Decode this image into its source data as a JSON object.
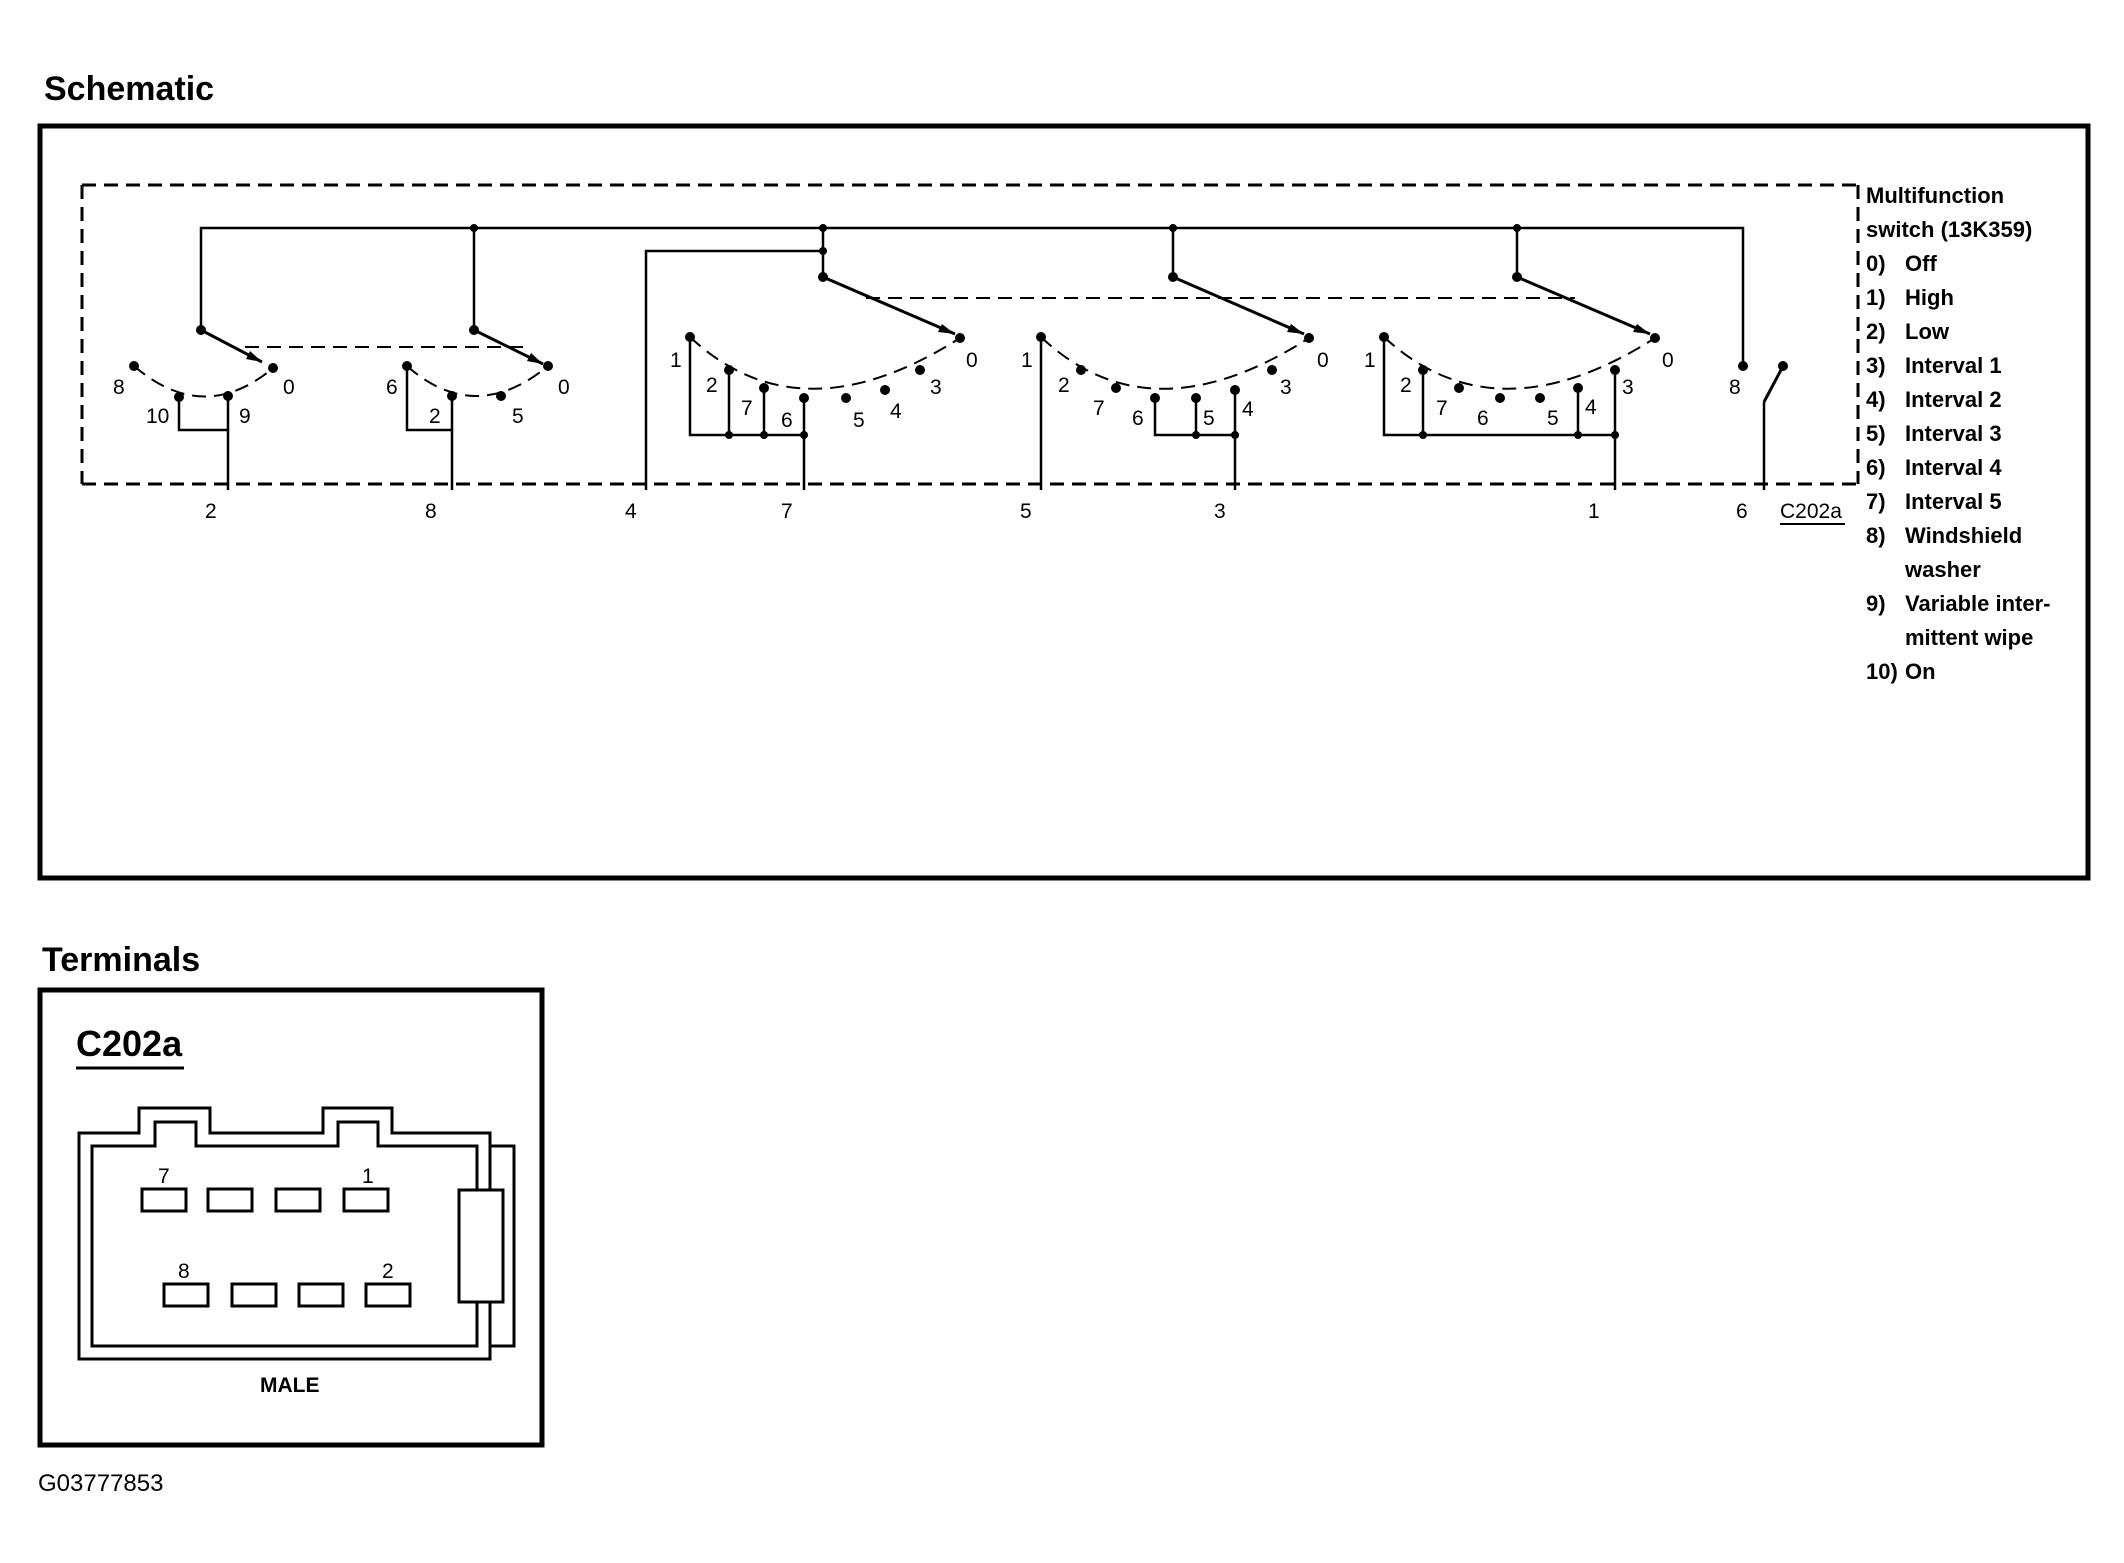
{
  "schematic": {
    "title": "Schematic",
    "connector_ref": "C202a",
    "pin_labels": [
      "2",
      "8",
      "4",
      "7",
      "5",
      "3",
      "1",
      "6"
    ],
    "legend": {
      "title_line1": "Multifunction",
      "title_line2": "switch (13K359)",
      "items": [
        {
          "num": "0)",
          "text": "Off"
        },
        {
          "num": "1)",
          "text": "High"
        },
        {
          "num": "2)",
          "text": "Low"
        },
        {
          "num": "3)",
          "text": "Interval 1"
        },
        {
          "num": "4)",
          "text": "Interval 2"
        },
        {
          "num": "5)",
          "text": "Interval 3"
        },
        {
          "num": "6)",
          "text": "Interval 4"
        },
        {
          "num": "7)",
          "text": "Interval 5"
        },
        {
          "num": "8)",
          "text": "Windshield",
          "text2": "washer"
        },
        {
          "num": "9)",
          "text": "Variable inter-",
          "text2": "mittent wipe"
        },
        {
          "num": "10)",
          "text": "On"
        }
      ]
    },
    "switch_a": {
      "p8": "8",
      "p10": "10",
      "p9": "9",
      "p0": "0"
    },
    "switch_b": {
      "p6": "6",
      "p2": "2",
      "p5": "5",
      "p0": "0"
    },
    "switch_c": {
      "p1": "1",
      "p2": "2",
      "p7": "7",
      "p6": "6",
      "p5": "5",
      "p4": "4",
      "p3": "3",
      "p0": "0"
    },
    "switch_d": {
      "p1": "1",
      "p2": "2",
      "p7": "7",
      "p6": "6",
      "p5": "5",
      "p4": "4",
      "p3": "3",
      "p0": "0"
    },
    "switch_e": {
      "p1": "1",
      "p2": "2",
      "p7": "7",
      "p6": "6",
      "p5": "5",
      "p4": "4",
      "p3": "3",
      "p0": "0"
    },
    "switch_f": {
      "p8": "8"
    }
  },
  "terminals": {
    "title": "Terminals",
    "connector_name": "C202a",
    "top_row_labels": [
      "7",
      "1"
    ],
    "bottom_row_labels": [
      "8",
      "2"
    ],
    "gender": "MALE"
  },
  "figure_id": "G03777853"
}
